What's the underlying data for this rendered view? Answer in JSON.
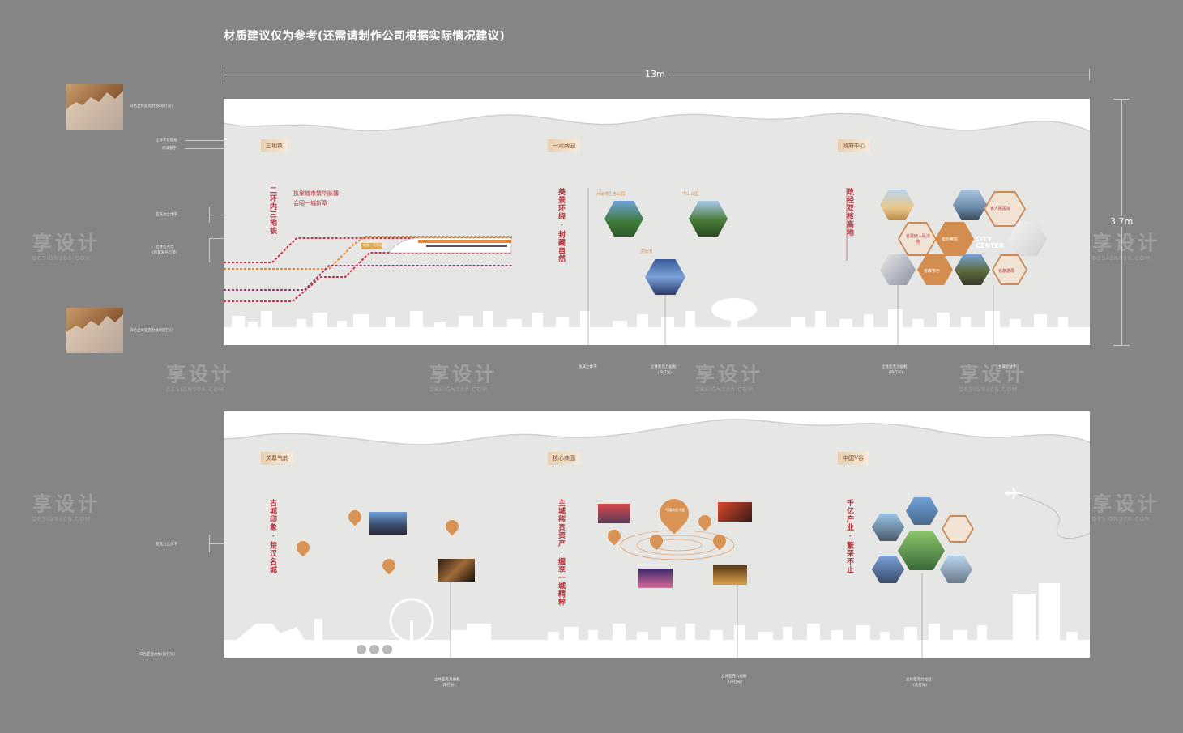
{
  "header": {
    "title": "材质建议仅为参考(还需请制作公司根据实际情况建议)"
  },
  "dimensions": {
    "width_label": "13m",
    "height_label": "3.7m"
  },
  "colors": {
    "background": "#858585",
    "panel": "#e6e6e4",
    "accent_red": "#b2333b",
    "accent_gold": "#d99354"
  },
  "watermark": {
    "text": "享设计",
    "sub": "DESIGN006.COM"
  },
  "left_annotations": {
    "top_thumb_label": "白色立体亚克力板(背打光)",
    "stainless": "立体不锈钢板",
    "lacquer": "烤漆铁字",
    "acrylic_text": "亚克力立体字",
    "acrylic_stereo": "立体亚克力",
    "acrylic_stereo_sub": "(内置发光灯带)",
    "bottom_thumb_label": "白色立体亚克力板(背打光)",
    "panel2_acrylic_text": "亚克力立体字",
    "panel2_bottom_label": "白色亚克力板(背打光)"
  },
  "panel1": {
    "sections": [
      {
        "tag": "三地铁",
        "vertical": "二环内三地铁",
        "heading1": "执掌城市繁华脉搏",
        "heading2": "会昭一城新章"
      },
      {
        "tag": "一河两园",
        "vertical": "美景环绕 · 封藏自然",
        "labels": [
          "九道湾生态公园",
          "中山公园",
          "汉阳河"
        ]
      },
      {
        "tag": "政府中心",
        "vertical": "政经双核高地",
        "hex_labels": [
          "省政府人民法院",
          "省检察院",
          "省教育厅",
          "省人民医院",
          "省旅游局"
        ],
        "city_text": "CITY CENTER"
      }
    ],
    "bottom_notes": [
      "金属立体字",
      "立体亚克力画框",
      "(背打光)",
      "立体亚克力画框",
      "(背打光)",
      "金属立体字"
    ],
    "metro_label": "地铁一号线站点"
  },
  "panel2": {
    "sections": [
      {
        "tag": "关尊气韵",
        "vertical": "古城印象 · 楚汉名城"
      },
      {
        "tag": "核心商圈",
        "vertical": "主城稀贵资产 · 缀享一城精粹",
        "center_label": "千禧商业大道"
      },
      {
        "tag": "中国V谷",
        "vertical": "千亿产业 · 繁荣不止"
      }
    ],
    "bottom_notes": [
      "立体亚克力画框",
      "(背打光)",
      "立体亚克力画框",
      "(背打光)",
      "立体亚克力画框",
      "(背打光)"
    ]
  }
}
